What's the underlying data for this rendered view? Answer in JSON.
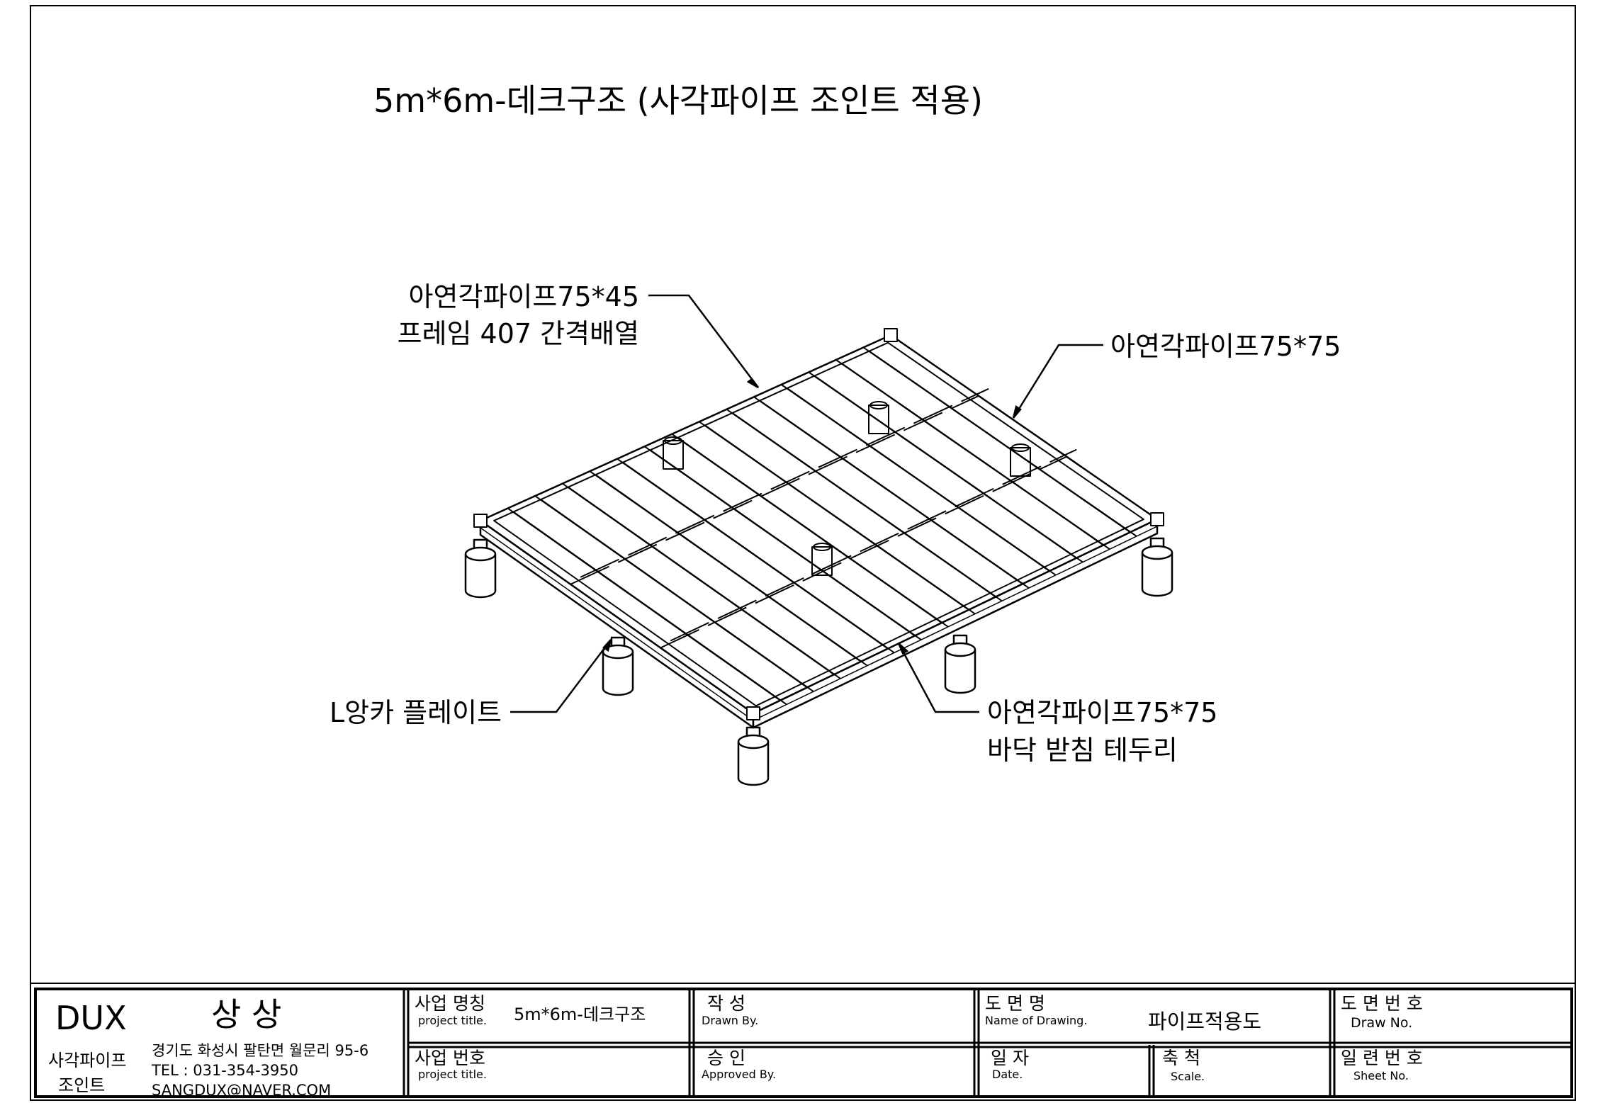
{
  "title": "5m*6m-데크구조 (사각파이프 조인트 적용)",
  "callouts": {
    "frame_pipe": [
      "아연각파이프75*45",
      "프레임 407 간격배열"
    ],
    "edge_pipe": [
      "아연각파이프75*75"
    ],
    "anchor_plate": [
      "L앙카 플레이트"
    ],
    "base_pipe": [
      "아연각파이프75*75",
      "바닥 받침 테두리"
    ]
  },
  "title_block": {
    "company": {
      "logo": "DUX",
      "name": "상 상",
      "sub1": "사각파이프",
      "sub2": "조인트",
      "address": "경기도 화성시 팔탄면 월문리 95-6",
      "tel": "TEL : 031-354-3950",
      "email": "SANGDUX@NAVER.COM"
    },
    "project_name": {
      "label": "사업 명칭",
      "sub": "project title.",
      "value": "5m*6m-데크구조"
    },
    "project_no": {
      "label": "사업 번호",
      "sub": "project title.",
      "value": ""
    },
    "drawn_by": {
      "label": "작   성",
      "sub": "Drawn By.",
      "value": ""
    },
    "approved_by": {
      "label": "승   인",
      "sub": "Approved By.",
      "value": ""
    },
    "drawing_name": {
      "label": "도  면  명",
      "sub": "Name of Drawing.",
      "value": "파이프적용도"
    },
    "date": {
      "label": "일  자",
      "sub": "Date.",
      "value": ""
    },
    "scale": {
      "label": "축  척",
      "sub": "Scale.",
      "value": ""
    },
    "draw_no": {
      "label": "도 면 번 호",
      "sub": "Draw No.",
      "value": ""
    },
    "sheet_no": {
      "label": "일 련 번 호",
      "sub": "Sheet No.",
      "value": ""
    }
  }
}
